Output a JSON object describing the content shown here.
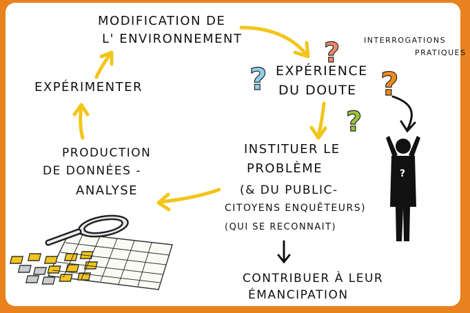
{
  "nodes": {
    "modification": {
      "line1": "MODIFICATION DE",
      "line2": "L' ENVIRONNEMENT"
    },
    "experience": {
      "line1": "EXPÉRIENCE",
      "line2": "DU DOUTE"
    },
    "interrogations": {
      "line1": "INTERROGATIONS",
      "line2": "PRATIQUES"
    },
    "instituer": {
      "line1": "INSTITUER LE",
      "line2": "PROBLÈME",
      "line3": "(& DU PUBLIC-",
      "line4": "CITOYENS ENQUÊTEURS)",
      "line5": "(QUI SE RECONNAIT)"
    },
    "contribuer": {
      "line1": "CONTRIBUER À LEUR",
      "line2": "ÉMANCIPATION"
    },
    "production": {
      "line1": "PRODUCTION",
      "line2": "DE DONNÉES -",
      "line3": "ANALYSE"
    },
    "experimenter": {
      "label": "EXPÉRIMENTER"
    }
  },
  "colors": {
    "background": "#e8821e",
    "arrow": "#f2c51b",
    "question_blue": "#8fd0e8",
    "question_orange": "#f08a1c",
    "question_salmon": "#f28a6a",
    "question_green": "#9ac43a",
    "ink": "#111111"
  },
  "icons": [
    "magnifying-glass-icon",
    "data-grid-icon",
    "person-icon",
    "question-mark-icon"
  ]
}
